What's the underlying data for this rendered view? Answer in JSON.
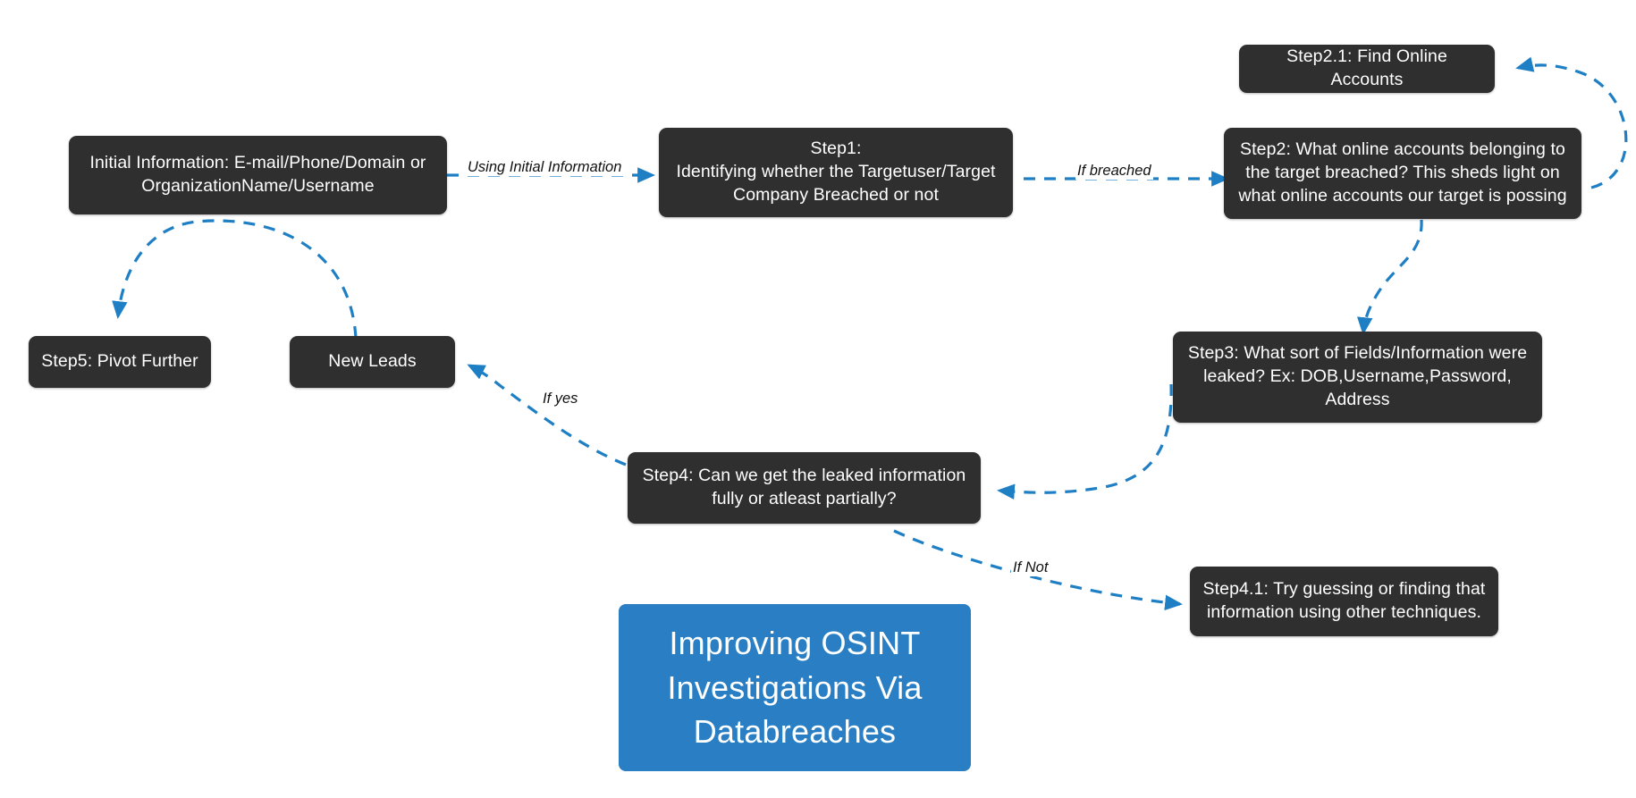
{
  "diagram": {
    "title": "Improving OSINT Investigations Via Databreaches",
    "type": "flowchart",
    "background_color": "#ffffff",
    "node_color": "#2f2f2f",
    "node_text_color": "#ffffff",
    "accent_color": "#2a7fc4",
    "edge_color": "#1f7fc4"
  },
  "nodes": {
    "initial_information": {
      "label": "Initial Information: E-mail/Phone/Domain or\nOrganizationName/Username"
    },
    "step1": {
      "label": "Step1:\nIdentifying whether the Targetuser/Target\nCompany Breached or not"
    },
    "step2": {
      "label": "Step2: What online accounts belonging to\nthe target breached? This sheds light on\nwhat online accounts our target is possing"
    },
    "step2_1": {
      "label": "Step2.1: Find Online Accounts"
    },
    "step3": {
      "label": "Step3: What sort of Fields/Information were\nleaked?  Ex: DOB,Username,Password,\nAddress"
    },
    "step4": {
      "label": "Step4: Can we get the leaked information\nfully or atleast partially?"
    },
    "step4_1": {
      "label": "Step4.1: Try guessing or finding that\ninformation using other techniques."
    },
    "new_leads": {
      "label": "New Leads"
    },
    "step5": {
      "label": "Step5: Pivot Further"
    },
    "title_card": {
      "label": "Improving OSINT\nInvestigations Via\nDatabreaches"
    }
  },
  "edges": {
    "initial_to_step1": {
      "label": "Using Initial Information"
    },
    "step1_to_step2": {
      "label": "If breached"
    },
    "step2_to_step2_1": {
      "label": ""
    },
    "step2_to_step3": {
      "label": ""
    },
    "step3_to_step4": {
      "label": ""
    },
    "step4_to_new_leads": {
      "label": "If yes"
    },
    "step4_to_step4_1": {
      "label": "If Not"
    },
    "new_leads_to_step5": {
      "label": ""
    }
  }
}
